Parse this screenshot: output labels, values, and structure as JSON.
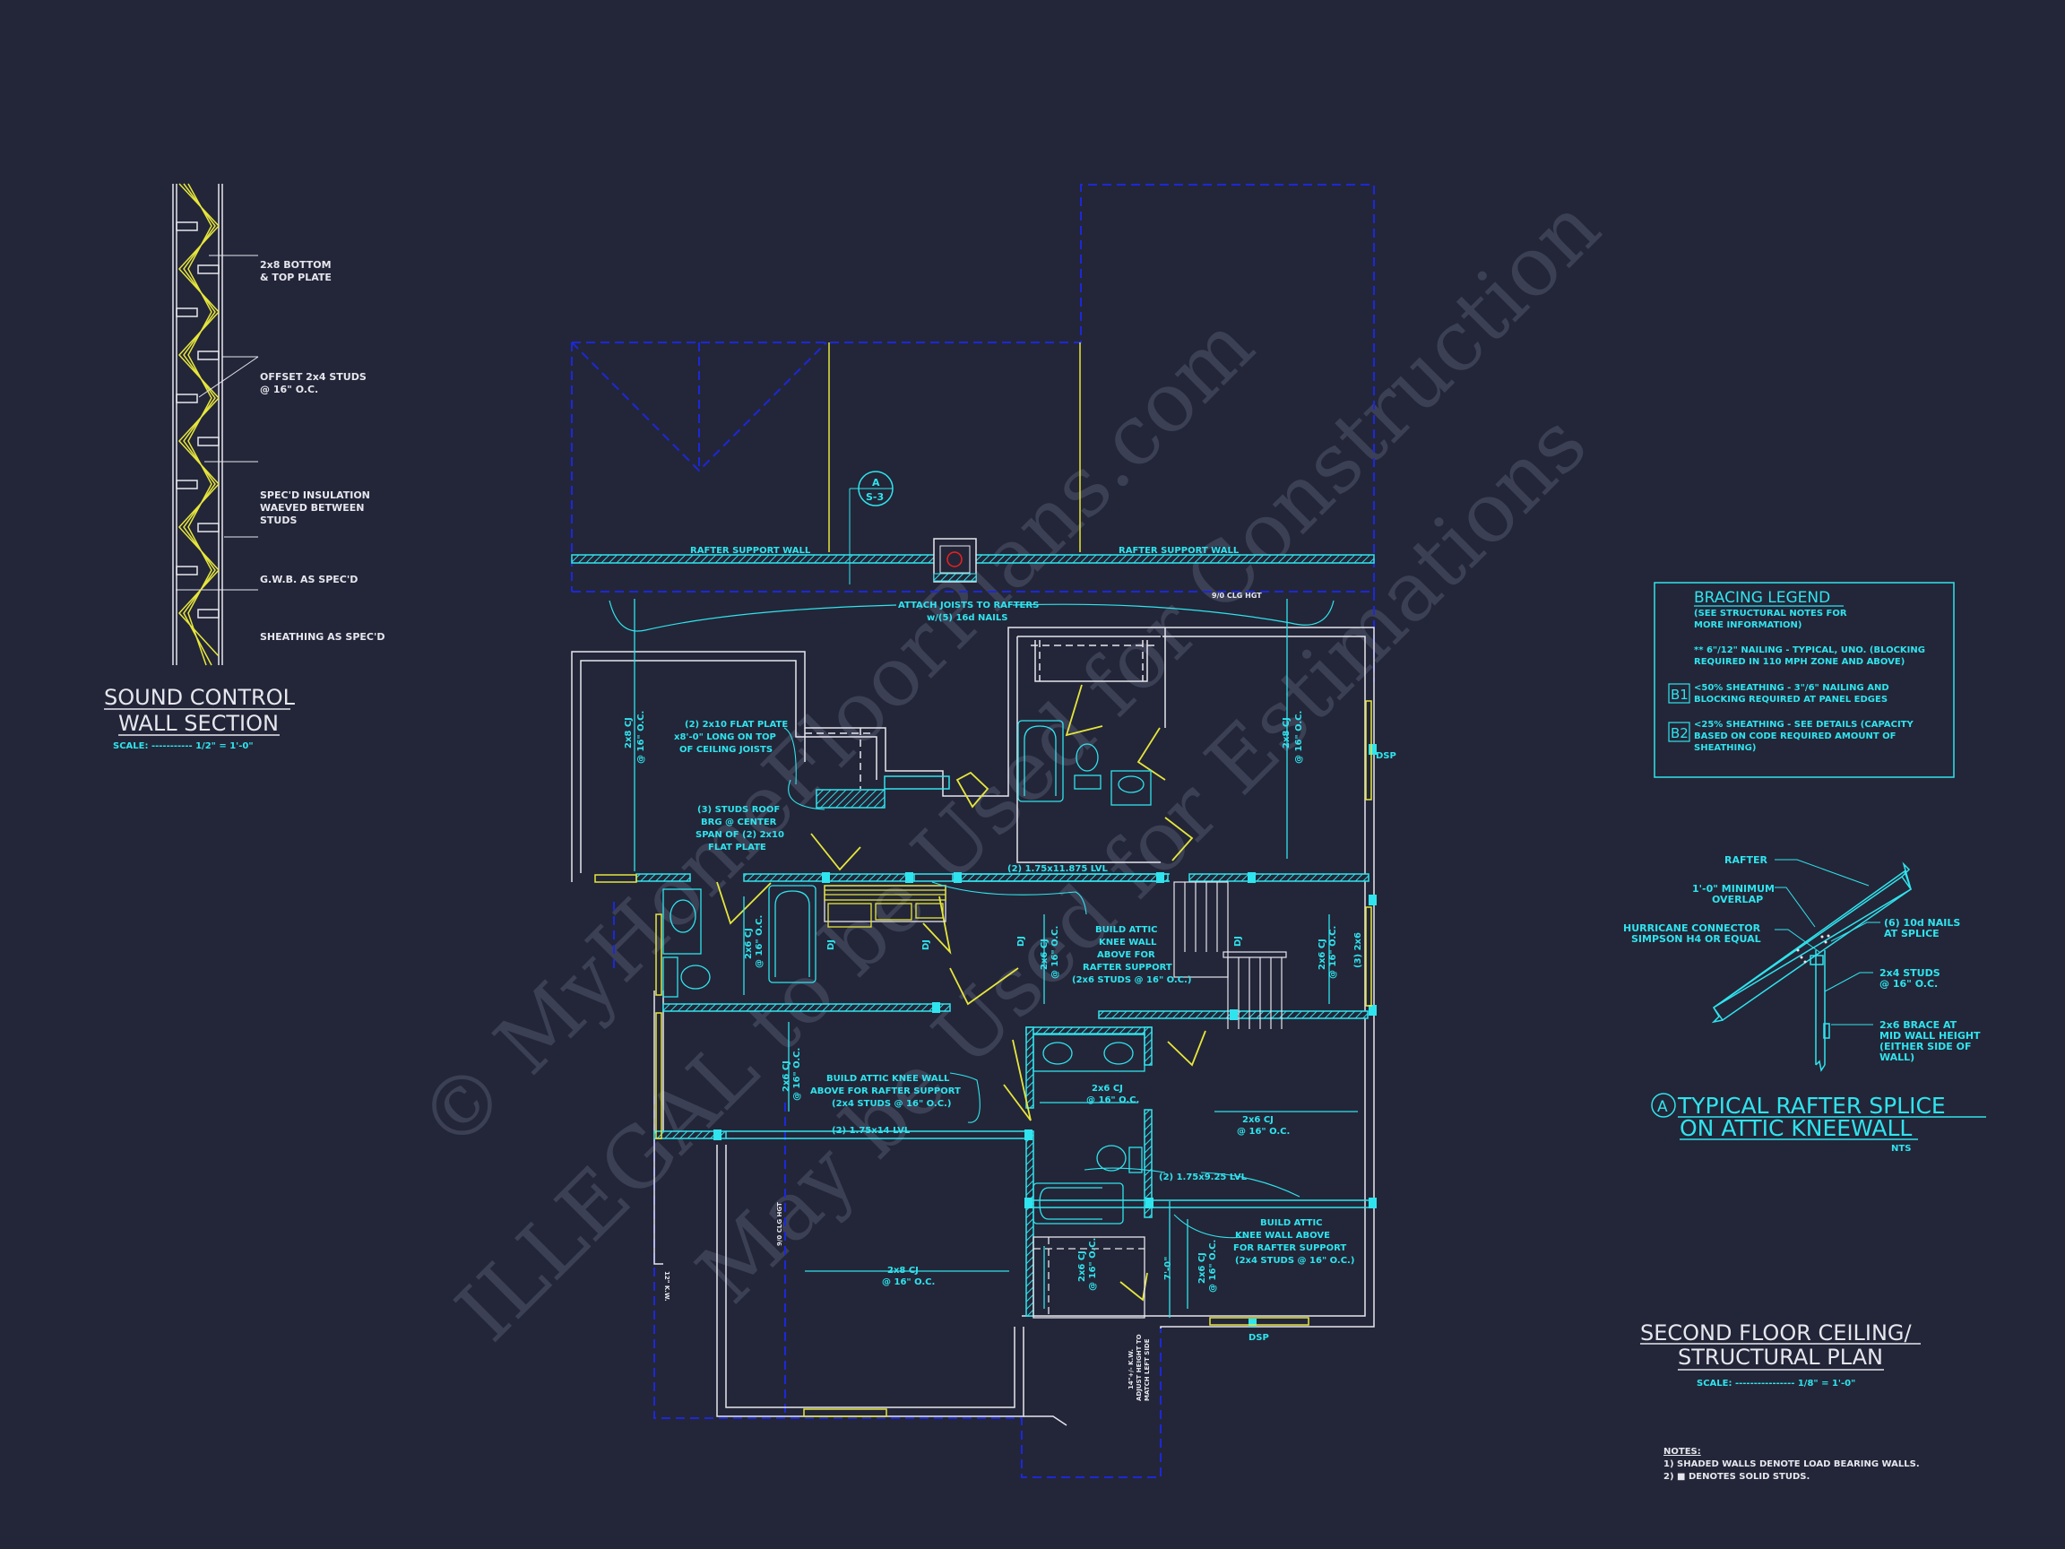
{
  "watermark": {
    "line1": "© MyHomeFloorPlans.com",
    "line2": "ILLEGAL to be Used for Construction",
    "line3": "May be Used for Estimations"
  },
  "sound_control": {
    "callouts": [
      "2x8 BOTTOM",
      "& TOP PLATE",
      "OFFSET 2x4 STUDS",
      "@ 16\" O.C.",
      "SPEC'D INSULATION",
      "WAEVED BETWEEN",
      "STUDS",
      "G.W.B. AS SPEC'D",
      "SHEATHING AS SPEC'D"
    ],
    "title_line1": "SOUND CONTROL",
    "title_line2": "WALL SECTION",
    "scale": "SCALE: ----------- 1/2\" = 1'-0\""
  },
  "bracing_legend": {
    "title": "BRACING LEGEND",
    "subtitle1": "(SEE STRUCTURAL NOTES FOR",
    "subtitle2": "MORE INFORMATION)",
    "typical1": "** 6\"/12\" NAILING - TYPICAL, UNO. (BLOCKING",
    "typical2": "REQUIRED IN 110 MPH ZONE AND ABOVE)",
    "b1_tag": "B1",
    "b1_line1": "<50% SHEATHING - 3\"/6\" NAILING AND",
    "b1_line2": "BLOCKING REQUIRED AT PANEL EDGES",
    "b2_tag": "B2",
    "b2_line1": "<25% SHEATHING - SEE DETAILS (CAPACITY",
    "b2_line2": "BASED ON CODE REQUIRED AMOUNT OF",
    "b2_line3": "SHEATHING)"
  },
  "rafter_detail": {
    "rafter": "RAFTER",
    "overlap1": "1'-0\" MINIMUM",
    "overlap2": "OVERLAP",
    "hurricane1": "HURRICANE CONNECTOR",
    "hurricane2": "SIMPSON H4 OR EQUAL",
    "nails1": "(6) 10d NAILS",
    "nails2": "AT SPLICE",
    "studs1": "2x4 STUDS",
    "studs2": "@ 16\" O.C.",
    "brace1": "2x6 BRACE AT",
    "brace2": "MID WALL HEIGHT",
    "brace3": "(EITHER SIDE OF",
    "brace4": "WALL)",
    "tag": "A",
    "title_line1": "TYPICAL RAFTER SPLICE",
    "title_line2": "ON ATTIC KNEEWALL",
    "scale": "NTS"
  },
  "plan": {
    "title_line1": "SECOND FLOOR CEILING/",
    "title_line2": "STRUCTURAL PLAN",
    "scale": "SCALE: ---------------- 1/8\" = 1'-0\"",
    "notes_title": "NOTES:",
    "note1": "1) SHADED WALLS DENOTE LOAD BEARING WALLS.",
    "note2": "2)  ■ DENOTES SOLID STUDS.",
    "section_tag_top": "A",
    "section_tag_bottom": "S-3",
    "labels": {
      "rafter_wall_left": "RAFTER SUPPORT WALL",
      "rafter_wall_right": "RAFTER SUPPORT WALL",
      "attach1": "ATTACH JOISTS TO RAFTERS",
      "attach2": "w/(5) 16d NAILS",
      "clg_hgt_top": "9/0 CLG HGT",
      "flat_plate1": "(2) 2x10 FLAT PLATE",
      "flat_plate2": "x8'-0\" LONG ON TOP",
      "flat_plate3": "OF CEILING JOISTS",
      "studs_roof1": "(3) STUDS ROOF",
      "studs_roof2": "BRG @ CENTER",
      "studs_roof3": "SPAN OF (2) 2x10",
      "studs_roof4": "FLAT PLATE",
      "cj_2x8_left": "2x8 CJ",
      "cj_oc": "@ 16\" O.C.",
      "cj_2x8_right": "2x8 CJ",
      "cj_2x6": "2x6 CJ",
      "cj_2x8_bottom": "2x8 CJ",
      "lvl_top": "(2) 1.75x11.875 LVL",
      "lvl_mid": "(2) 1.75x14 LVL",
      "lvl_right": "(2) 1.75x9.25 LVL",
      "knee_center1": "BUILD ATTIC",
      "knee_center2": "KNEE WALL",
      "knee_center3": "ABOVE FOR",
      "knee_center4": "RAFTER SUPPORT",
      "knee_center5": "(2x6 STUDS @ 16\" O.C.)",
      "knee_left1": "BUILD ATTIC KNEE WALL",
      "knee_left2": "ABOVE FOR RAFTER SUPPORT",
      "knee_left3": "(2x4 STUDS @ 16\" O.C.)",
      "knee_right1": "BUILD ATTIC",
      "knee_right2": "KNEE WALL ABOVE",
      "knee_right3": "FOR RAFTER SUPPORT",
      "knee_right4": "(2x4 STUDS @ 16\" O.C.)",
      "dsp": "DSP",
      "dj": "DJ",
      "three_2x6": "(3) 2x6",
      "dim_7_0": "7'-0\"",
      "kw_12": "12\" K.W.",
      "clg_hgt_bottom": "9/0 CLG HGT",
      "kw_14a": "14\"+/- K.W.",
      "kw_14b": "ADJUST HEIGHT TO",
      "kw_14c": "MATCH LEFT SIDE"
    }
  }
}
